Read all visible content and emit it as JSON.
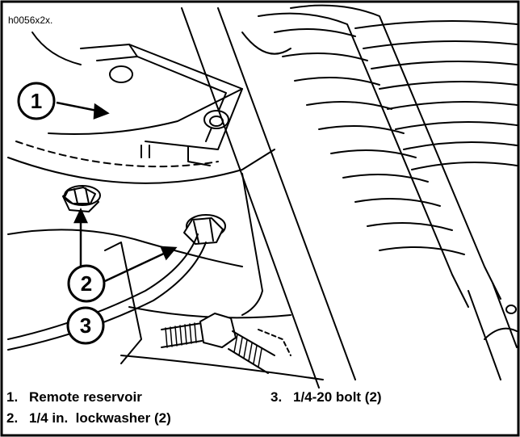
{
  "figure": {
    "id_label": "h0056x2x."
  },
  "callouts": [
    {
      "number": "1"
    },
    {
      "number": "2"
    },
    {
      "number": "3"
    }
  ],
  "legend": [
    {
      "number": "1.",
      "text": "Remote reservoir"
    },
    {
      "number": "2.",
      "text": "1/4 in.  lockwasher (2)"
    },
    {
      "number": "3.",
      "text": "1/4-20 bolt (2)"
    }
  ]
}
